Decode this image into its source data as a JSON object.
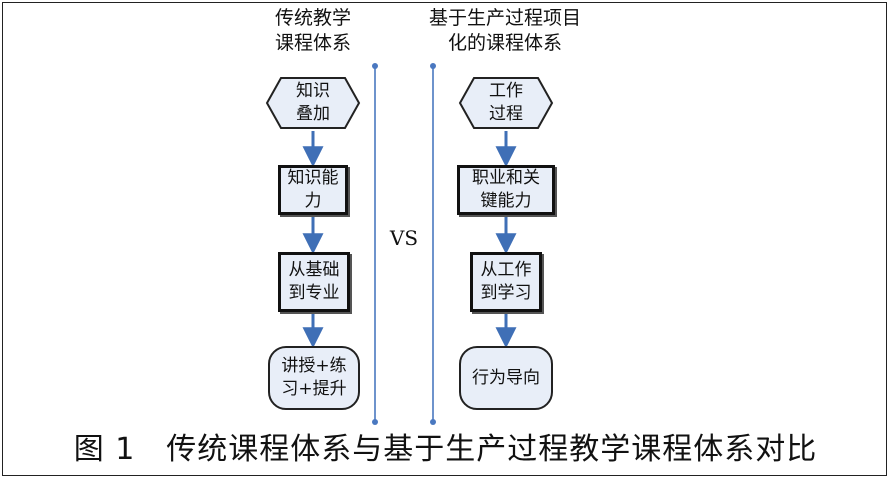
{
  "left": {
    "heading_lines": [
      "传统教学",
      "课程体系"
    ],
    "nodes": [
      {
        "shape": "hexagon",
        "lines": [
          "知识",
          "叠加"
        ]
      },
      {
        "shape": "rect",
        "lines": [
          "知识能",
          "力"
        ]
      },
      {
        "shape": "rect",
        "lines": [
          "从基础",
          "到专业"
        ]
      },
      {
        "shape": "rounded",
        "lines": [
          "讲授+练",
          "习+提升"
        ]
      }
    ]
  },
  "right": {
    "heading_lines": [
      "基于生产过程项目",
      "化的课程体系"
    ],
    "nodes": [
      {
        "shape": "hexagon",
        "lines": [
          "工作",
          "过程"
        ]
      },
      {
        "shape": "rect",
        "lines": [
          "职业和关",
          "键能力"
        ]
      },
      {
        "shape": "rect",
        "lines": [
          "从工作",
          "到学习"
        ]
      },
      {
        "shape": "rounded",
        "lines": [
          "行为导向"
        ]
      }
    ]
  },
  "vs_label": "VS",
  "caption": "图 1　传统课程体系与基于生产过程教学课程体系对比",
  "colors": {
    "node_fill": "#e8eef8",
    "arrow": "#3f6fb6",
    "divider": "#4a78c0",
    "border": "#111111"
  }
}
